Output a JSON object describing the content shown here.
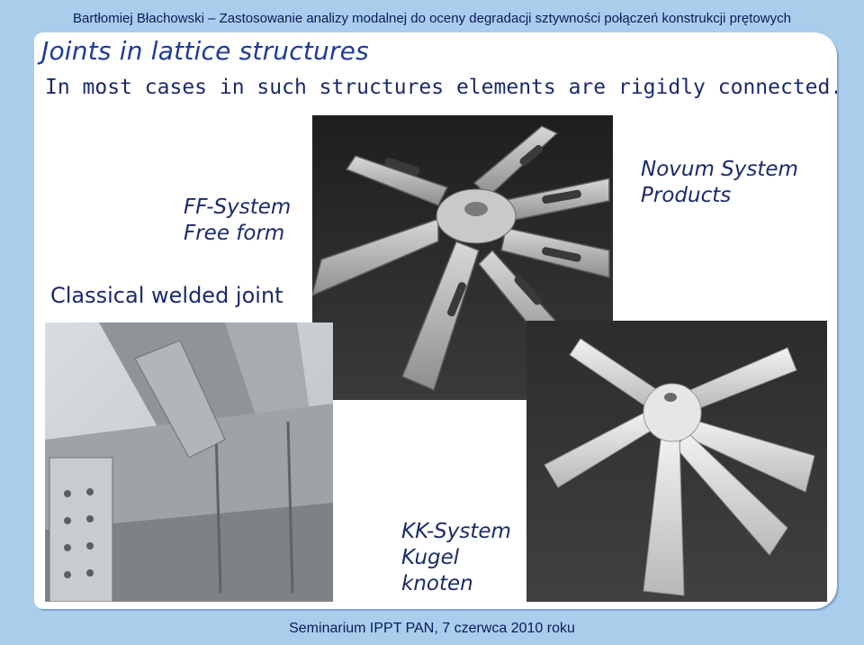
{
  "header": {
    "text": "Bartłomiej Błachowski – Zastosowanie analizy modalnej do oceny degradacji sztywności połączeń konstrukcji prętowych"
  },
  "slide": {
    "title": "Joints in lattice structures",
    "subtitle": "In most cases in such structures elements are rigidly connected.",
    "ff_label": {
      "line1": "FF-System",
      "line2": "Free form"
    },
    "novum_label": {
      "line1": "Novum System",
      "line2": "Products"
    },
    "classical_label": "Classical welded joint",
    "kk_label": {
      "line1": "KK-System",
      "line2": "Kugel",
      "line3": "knoten"
    }
  },
  "footer": {
    "text": "Seminarium IPPT PAN, 7 czerwca 2010 roku"
  },
  "colors": {
    "background": "#a9cdeb",
    "title": "#1f3a9b",
    "text": "#1a2a6b"
  }
}
